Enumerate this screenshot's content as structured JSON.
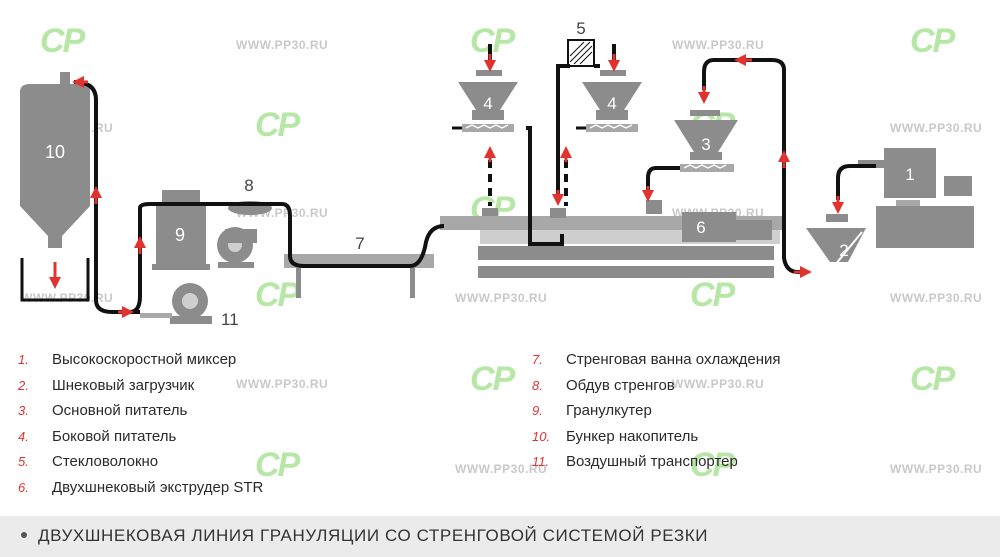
{
  "watermark_text": "WWW.PP30.RU",
  "logo_text": "СР",
  "machine_labels": {
    "hopper": "10",
    "granulator": "9",
    "blower": "8",
    "bath": "7",
    "extruder": "6",
    "fiber": "5",
    "side_feeder_a": "4",
    "side_feeder_b": "4",
    "main_feeder": "3",
    "loader": "2",
    "mixer": "1",
    "air_transport": "11"
  },
  "legend_left": [
    {
      "num": "1.",
      "text": "Высокоскоростной миксер"
    },
    {
      "num": "2.",
      "text": "Шнековый загрузчик"
    },
    {
      "num": "3.",
      "text": "Основной питатель"
    },
    {
      "num": "4.",
      "text": "Боковой питатель"
    },
    {
      "num": "5.",
      "text": "Стекловолокно"
    },
    {
      "num": "6.",
      "text": "Двухшнековый экструдер STR"
    }
  ],
  "legend_right": [
    {
      "num": "7.",
      "text": "Стренговая ванна охлаждения"
    },
    {
      "num": "8.",
      "text": "Обдув стренгов"
    },
    {
      "num": "9.",
      "text": "Гранулкутер"
    },
    {
      "num": "10.",
      "text": "Бункер накопитель"
    },
    {
      "num": "11.",
      "text": "Воздушный транспортер"
    }
  ],
  "footer_title": "ДВУХШНЕКОВАЯ ЛИНИЯ ГРАНУЛЯЦИИ СО СТРЕНГОВОЙ СИСТЕМОЙ РЕЗКИ",
  "colors": {
    "machine": "#8c8c8c",
    "machine_light": "#a8a8a8",
    "pipe": "#111111",
    "arrow": "#e0332f",
    "accent_num": "#e0332f",
    "logo": "#b7e7a7",
    "watermark": "#c9c9c9",
    "footer_bg": "#ebebeb"
  }
}
